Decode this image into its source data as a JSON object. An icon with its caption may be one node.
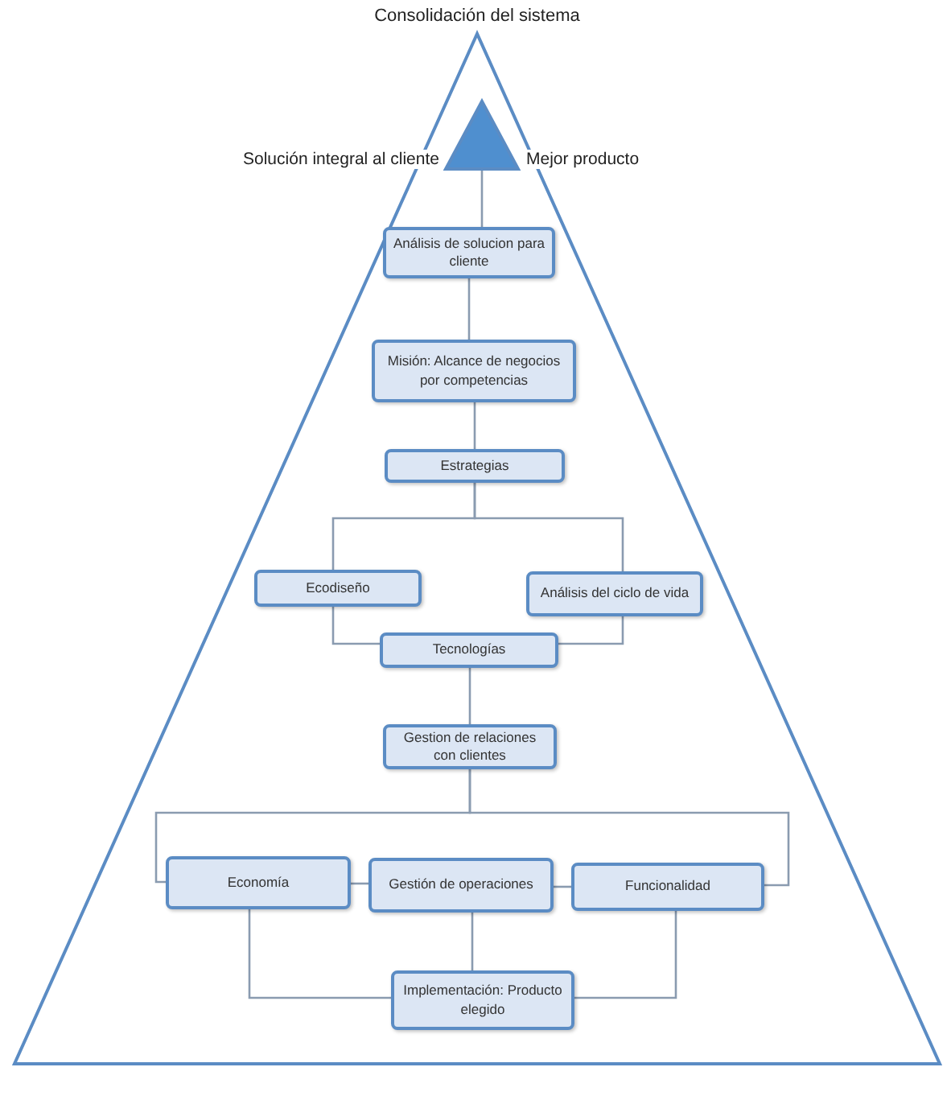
{
  "diagram": {
    "nodes": [
      {
        "text": [
          "Consolidación del sistema"
        ]
      },
      {
        "text": [],
        "shape": "triangle",
        "beside": [
          "Solución integral al cliente",
          "Mejor producto"
        ],
        "in": 0
      },
      {
        "text": [
          "Análisis de solucion para cliente"
        ],
        "in": 0
      },
      {
        "text": [
          "Misión: Alcance de negocios por competencias"
        ],
        "in": 0
      },
      {
        "text": [
          "Estrategias"
        ],
        "in": 0
      },
      {
        "text": [
          "Ecodiseño"
        ],
        "in": 0
      },
      {
        "text": [
          "Análisis del ciclo de vida"
        ],
        "in": 0
      },
      {
        "text": [
          "Tecnologías"
        ],
        "in": 0
      },
      {
        "text": [
          "Gestion de relaciones con clientes"
        ],
        "in": 0
      },
      {
        "text": [
          "Economía"
        ],
        "in": 0
      },
      {
        "text": [
          "Gestión de operaciones"
        ],
        "in": 0
      },
      {
        "text": [
          "Funcionalidad"
        ],
        "in": 0
      },
      {
        "text": [
          "Implementación: Producto elegido"
        ],
        "in": 0
      }
    ],
    "edges": [
      {
        "from": 1,
        "to": 2,
        "arrow": "none"
      },
      {
        "from": 2,
        "to": 3,
        "arrow": "none"
      },
      {
        "from": 3,
        "to": 4,
        "arrow": "none"
      },
      {
        "from": 4,
        "to": 5,
        "arrow": "none"
      },
      {
        "from": 4,
        "to": 6,
        "arrow": "none"
      },
      {
        "from": 5,
        "to": 7,
        "arrow": "none"
      },
      {
        "from": 6,
        "to": 7,
        "arrow": "none"
      },
      {
        "from": 7,
        "to": 8,
        "arrow": "none"
      },
      {
        "from": 8,
        "to": 9,
        "arrow": "none"
      },
      {
        "from": 8,
        "to": 11,
        "arrow": "none"
      },
      {
        "from": 9,
        "to": 10,
        "arrow": "none"
      },
      {
        "from": 10,
        "to": 11,
        "arrow": "none"
      },
      {
        "from": 9,
        "to": 12,
        "arrow": "none"
      },
      {
        "from": 10,
        "to": 12,
        "arrow": "none"
      },
      {
        "from": 11,
        "to": 12,
        "arrow": "none"
      }
    ]
  }
}
